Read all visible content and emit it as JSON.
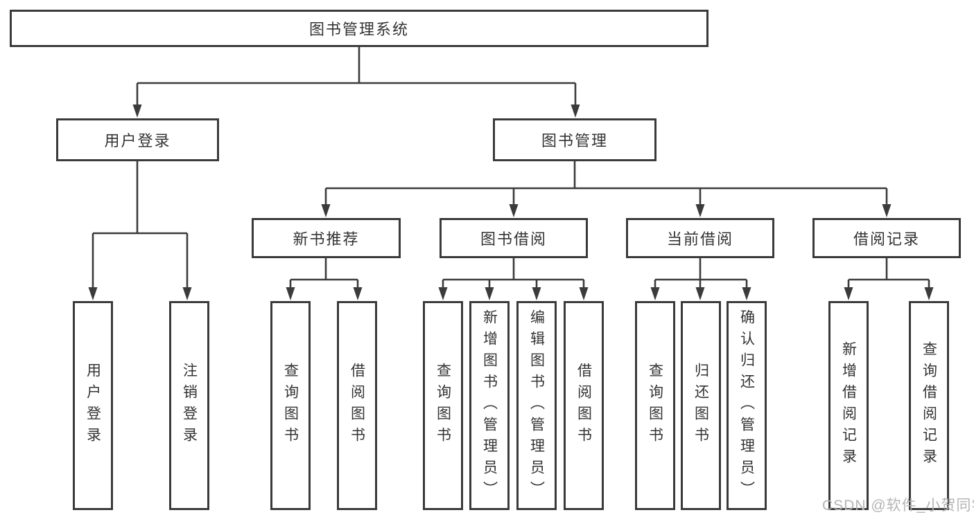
{
  "diagram": {
    "type": "hierarchy-tree",
    "title": "图书管理系统",
    "structure": {
      "图书管理系统": {
        "用户登录": [
          "用户登录",
          "注销登录"
        ],
        "图书管理": {
          "新书推荐": [
            "查询图书",
            "借阅图书"
          ],
          "图书借阅": [
            "查询图书",
            "新增图书（管理员）",
            "编辑图书（管理员）",
            "借阅图书"
          ],
          "当前借阅": [
            "查询图书",
            "归还图书",
            "确认归还（管理员）"
          ],
          "借阅记录": [
            "新增借阅记录",
            "查询借阅记录"
          ]
        }
      }
    }
  },
  "nodes": {
    "root": {
      "label": "图书管理系统"
    },
    "user_login": {
      "label": "用户登录"
    },
    "book_mgmt": {
      "label": "图书管理"
    },
    "new_book_rec": {
      "label": "新书推荐"
    },
    "book_borrow": {
      "label": "图书借阅"
    },
    "current_borrow": {
      "label": "当前借阅"
    },
    "borrow_records": {
      "label": "借阅记录"
    },
    "v_user_login": {
      "label": "用户登录"
    },
    "v_logout": {
      "label": "注销登录"
    },
    "v_query_book_1": {
      "label": "查询图书"
    },
    "v_borrow_book_1": {
      "label": "借阅图书"
    },
    "v_query_book_2": {
      "label": "查询图书"
    },
    "v_add_book": {
      "label": "新增图书（管理员）"
    },
    "v_edit_book": {
      "label": "编辑图书（管理员）"
    },
    "v_borrow_book_2": {
      "label": "借阅图书"
    },
    "v_query_book_3": {
      "label": "查询图书"
    },
    "v_return_book": {
      "label": "归还图书"
    },
    "v_confirm_return": {
      "label": "确认归还（管理员）"
    },
    "v_add_borrow_record": {
      "label": "新增借阅记录"
    },
    "v_query_borrow_record": {
      "label": "查询借阅记录"
    }
  },
  "watermark": {
    "text": "CSDN @软件_小贺同学"
  },
  "colors": {
    "background": "#ffffff",
    "box_border": "#3a3a3a",
    "line": "#3b3b3b",
    "text": "#333333",
    "watermark": "#b6b4b4"
  }
}
